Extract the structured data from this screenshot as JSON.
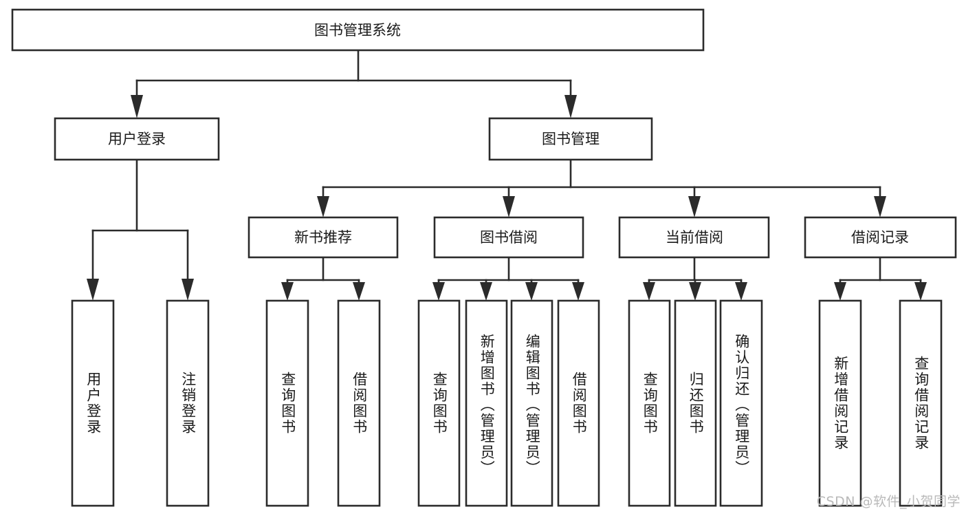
{
  "diagram": {
    "type": "tree",
    "title": "图书管理系统",
    "watermark": "CSDN @软件_小贺同学",
    "colors": {
      "stroke": "#2b2b2b",
      "fill": "#ffffff",
      "text": "#1a1a1a",
      "watermark": "#b9b9b9",
      "background": "#ffffff"
    },
    "root": {
      "label": "图书管理系统"
    },
    "level1": [
      {
        "label": "用户登录"
      },
      {
        "label": "图书管理"
      }
    ],
    "level2": [
      {
        "label": "新书推荐"
      },
      {
        "label": "图书借阅"
      },
      {
        "label": "当前借阅"
      },
      {
        "label": "借阅记录"
      }
    ],
    "leaves": {
      "user_login": [
        {
          "label": "用户登录"
        },
        {
          "label": "注销登录"
        }
      ],
      "new_book_recommend": [
        {
          "label": "查询图书"
        },
        {
          "label": "借阅图书"
        }
      ],
      "book_borrow": [
        {
          "label": "查询图书"
        },
        {
          "label": "新增图书（管理员）"
        },
        {
          "label": "编辑图书（管理员）"
        },
        {
          "label": "借阅图书"
        }
      ],
      "current_borrow": [
        {
          "label": "查询图书"
        },
        {
          "label": "归还图书"
        },
        {
          "label": "确认归还（管理员）"
        }
      ],
      "borrow_record": [
        {
          "label": "新增借阅记录"
        },
        {
          "label": "查询借阅记录"
        }
      ]
    }
  }
}
